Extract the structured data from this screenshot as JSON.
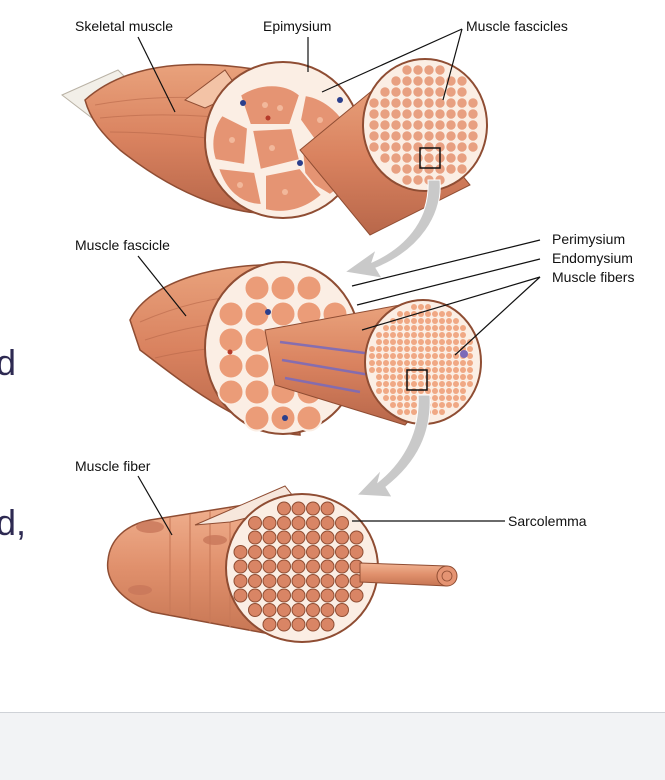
{
  "diagram": {
    "labels": {
      "skeletal_muscle": "Skeletal muscle",
      "epimysium": "Epimysium",
      "muscle_fascicles": "Muscle fascicles",
      "muscle_fascicle": "Muscle fascicle",
      "perimysium": "Perimysium",
      "endomysium": "Endomysium",
      "muscle_fibers": "Muscle fibers",
      "muscle_fiber": "Muscle fiber",
      "sarcolemma": "Sarcolemma"
    }
  },
  "edge_text": {
    "line1": "d",
    "line2": "d,"
  },
  "colors": {
    "muscle": "#d98562",
    "muscle_dark": "#a45a3e",
    "fiber": "#f0a884",
    "sheath": "#fbeee4",
    "arrow": "#c9c9c9",
    "accent_text": "#2e2a52"
  }
}
